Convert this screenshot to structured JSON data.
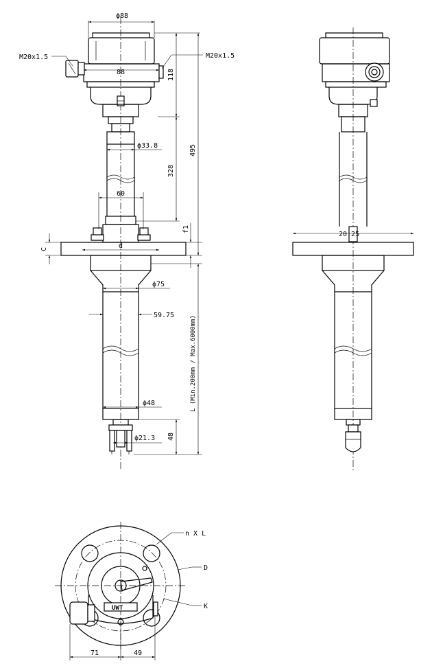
{
  "front_view": {
    "dia_head": "ϕ88",
    "head_width": "88",
    "thread_left": "M20x1.5",
    "thread_right": "M20x1.5",
    "height_head": "118",
    "height_total": "495",
    "height_extension": "328",
    "dia_tube": "ϕ33.8",
    "bolt_spacing": "60",
    "flange_offset": "f1",
    "flange_thickness": "C",
    "flange_dia": "d",
    "dia_probe": "ϕ75",
    "probe_offset": "59.75",
    "probe_length": "L (Min.200mm / Max.6000mm)",
    "dia_sensor": "ϕ48",
    "dia_fork": "ϕ21.3",
    "fork_length": "48"
  },
  "side_view": {
    "wrench_size": "20.25"
  },
  "bottom_view": {
    "holes_label": "n X L",
    "outer_dia_label": "D",
    "bolt_circle_label": "K",
    "dim_left": "71",
    "dim_right": "49",
    "brand_text": "UWT"
  }
}
